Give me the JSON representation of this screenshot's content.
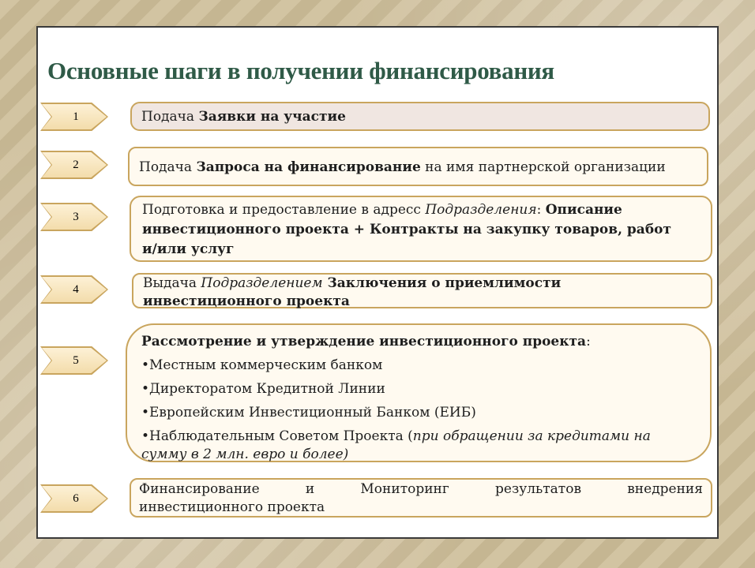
{
  "slide": {
    "title": "Основные шаги в получении финансирования"
  },
  "steps": [
    {
      "number": "1",
      "text_prefix": "Подача ",
      "text_bold": "Заявки на участие"
    },
    {
      "number": "2",
      "text_prefix": "Подача ",
      "text_bold": "Запроса на финансирование",
      "text_suffix": " на имя партнерской организации"
    },
    {
      "number": "3",
      "line1_prefix": "Подготовка и предоставление в адресс ",
      "line1_italic": "Подразделения",
      "line1_colon": ": ",
      "line1_bold": "Описание",
      "line2_bold": "инвестиционного проекта + Контракты на закупку товаров, работ",
      "line3_bold": "и/или услуг"
    },
    {
      "number": "4",
      "line1_prefix": "Выдача ",
      "line1_italic": "Подразделением",
      "line1_bold": " Заключения о приемлимости",
      "line2_bold": "инвестиционного проекта"
    },
    {
      "number": "5",
      "heading_bold": "Рассмотрение и утверждение инвестиционного проекта",
      "heading_colon": ":",
      "items": [
        "•Местным коммерческим банком",
        "•Директоратом Кредитной Линии",
        "•Европейским Инвестиционный Банком (ЕИБ)"
      ],
      "last_item_prefix": "•Наблюдательным Советом Проекта (",
      "last_item_italic_1": "при обращении за кредитами на",
      "last_item_italic_2": "сумму в 2 млн. евро и более)"
    },
    {
      "number": "6",
      "line1_words": [
        "Финансирование",
        "и",
        "Мониторинг",
        "результатов",
        "внедрения"
      ],
      "line2": "инвестиционного проекта"
    }
  ]
}
